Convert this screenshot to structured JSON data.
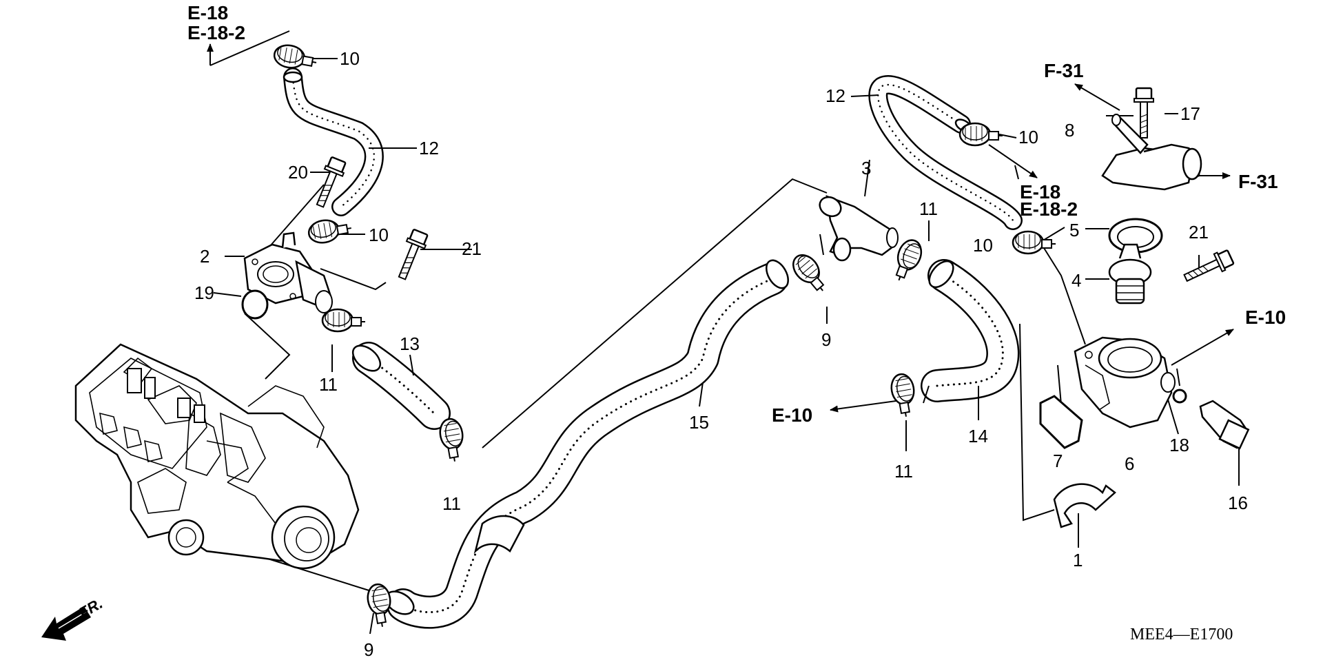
{
  "diagram_code": "MEE4—E1700",
  "front_label": "FR.",
  "refs": {
    "e18_top": "E-18",
    "e18_2_top": "E-18-2",
    "f31_top": "F-31",
    "f31_right": "F-31",
    "e18_mid": "E-18",
    "e18_2_mid": "E-18-2",
    "e10_right": "E-10",
    "e10_mid": "E-10"
  },
  "callouts": {
    "c10_a": "10",
    "c12_a": "12",
    "c20": "20",
    "c10_b": "10",
    "c21_a": "21",
    "c2": "2",
    "c19": "19",
    "c13": "13",
    "c11_a": "11",
    "c11_b": "11",
    "c3": "3",
    "c11_c": "11",
    "c9_a": "9",
    "c15": "15",
    "c9_b": "9",
    "c12_b": "12",
    "c10_c": "10",
    "c10_d": "10",
    "c14": "14",
    "c11_d": "11",
    "c8": "8",
    "c17": "17",
    "c5": "5",
    "c21_b": "21",
    "c4": "4",
    "c7": "7",
    "c6": "6",
    "c18": "18",
    "c16": "16",
    "c1": "1"
  },
  "colors": {
    "line": "#000000",
    "background": "#ffffff"
  }
}
